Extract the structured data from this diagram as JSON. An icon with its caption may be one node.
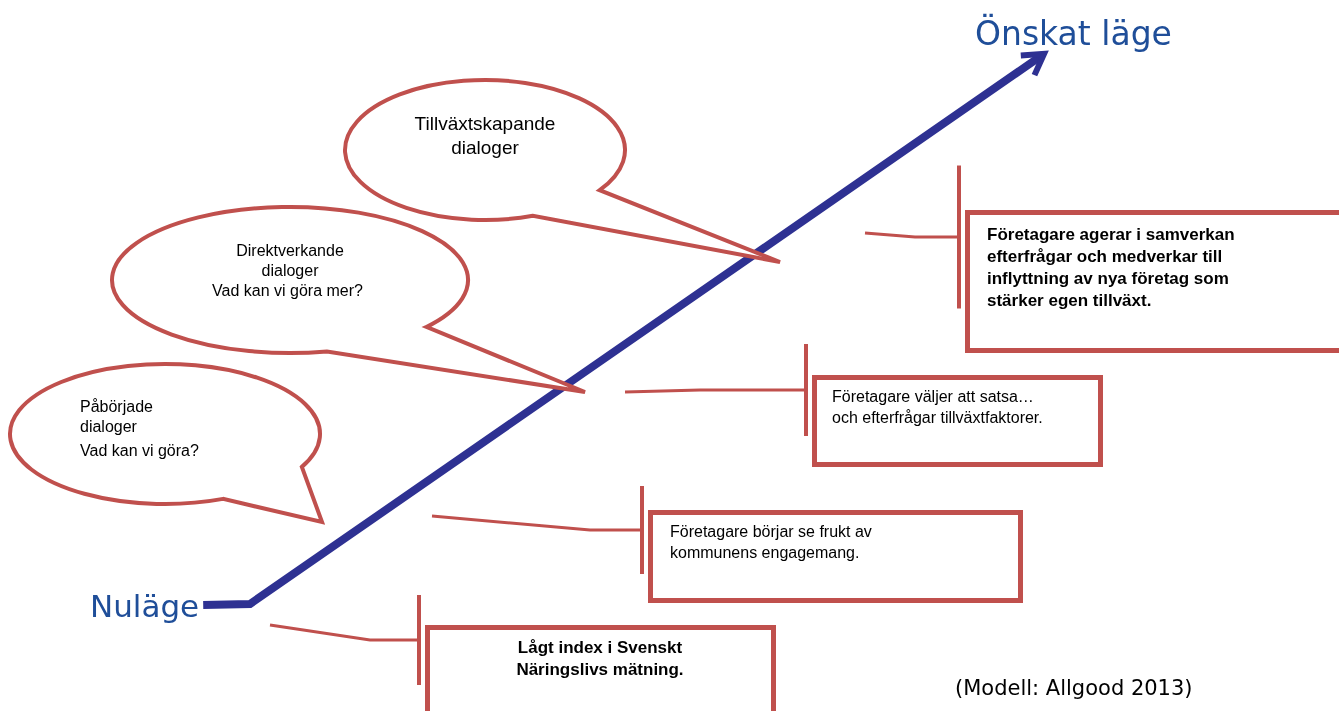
{
  "diagram": {
    "nodes": [
      {
        "text": [
          "Önskat läge"
        ]
      },
      {
        "text": [
          "Tillväxtskapande dialoger"
        ]
      },
      {
        "text": [
          "Direktverkande dialoger",
          "Vad kan vi göra mer?"
        ]
      },
      {
        "text": [
          "Företagare agerar i samverkan efterfrågar och medverkar till inflyttning av nya företag som stärker egen tillväxt."
        ]
      },
      {
        "text": [
          "Företagare väljer att satsa… och efterfrågar tillväxtfaktorer."
        ]
      },
      {
        "text": [
          "Påbörjade dialoger",
          "Vad kan vi göra?"
        ]
      },
      {
        "text": [
          "Företagare börjar se frukt av kommunens engagemang."
        ]
      },
      {
        "text": [
          "Nuläge"
        ]
      },
      {
        "text": [
          "Lågt index i Svenskt Näringslivs mätning."
        ]
      }
    ],
    "edges": [
      {
        "from": 7,
        "to": 0,
        "arrow": "to",
        "style": "thick",
        "color": "#2e3192"
      },
      {
        "from": null,
        "to": 3,
        "arrow": "other"
      },
      {
        "from": null,
        "to": 4,
        "arrow": "other"
      },
      {
        "from": null,
        "to": 6,
        "arrow": "other"
      },
      {
        "from": null,
        "to": 8,
        "arrow": "other"
      }
    ],
    "labels": [
      "(Modell: Allgood 2013)"
    ]
  }
}
